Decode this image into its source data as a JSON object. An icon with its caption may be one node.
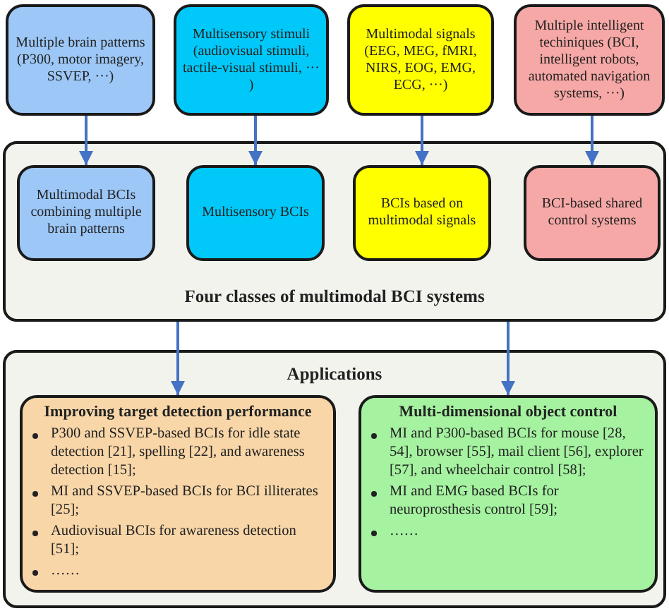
{
  "diagram": {
    "nodes": [
      {
        "text": [
          "Multiple brain patterns (P300, motor imagery, SSVEP, ···)"
        ]
      },
      {
        "text": [
          "Multisensory stimuli (audiovisual stimuli, tactile-visual stimuli, ··· )"
        ]
      },
      {
        "text": [
          "Multimodal signals (EEG, MEG, fMRI, NIRS, EOG, EMG, ECG, ···)"
        ]
      },
      {
        "text": [
          "Multiple intelligent techiniques (BCI, intelligent robots, automated navigation systems, ···)"
        ]
      },
      {
        "text": [
          "Four classes of multimodal BCI systems"
        ]
      },
      {
        "text": [
          "Multimodal BCIs combining multiple brain patterns"
        ],
        "in": 4
      },
      {
        "text": [
          "Multisensory BCIs"
        ],
        "in": 4
      },
      {
        "text": [
          "BCIs based on multimodal signals"
        ],
        "in": 4
      },
      {
        "text": [
          "BCI-based shared control systems"
        ],
        "in": 4
      },
      {
        "text": [
          "Applications"
        ]
      },
      {
        "text": [
          "Improving target detection performance",
          "P300 and SSVEP-based BCIs for idle state detection [21], spelling [22], and awareness detection [15];",
          "MI and SSVEP-based BCIs for BCI illiterates [25];",
          "Audiovisual BCIs for awareness detection [51];",
          "……"
        ],
        "in": 9
      },
      {
        "text": [
          "Multi-dimensional object control",
          "MI and P300-based BCIs for mouse [28, 54], browser [55], mail client [56], explorer [57], and wheelchair control [58];",
          "MI and EMG based BCIs for neuroprosthesis control [59];",
          "……"
        ],
        "in": 9
      }
    ],
    "edges": [
      {
        "from": 0,
        "to": 5,
        "arrow": "to"
      },
      {
        "from": 1,
        "to": 6,
        "arrow": "to"
      },
      {
        "from": 2,
        "to": 7,
        "arrow": "to"
      },
      {
        "from": 3,
        "to": 8,
        "arrow": "to"
      },
      {
        "from": 4,
        "to": 10,
        "arrow": "to"
      },
      {
        "from": 4,
        "to": 11,
        "arrow": "to"
      }
    ]
  }
}
